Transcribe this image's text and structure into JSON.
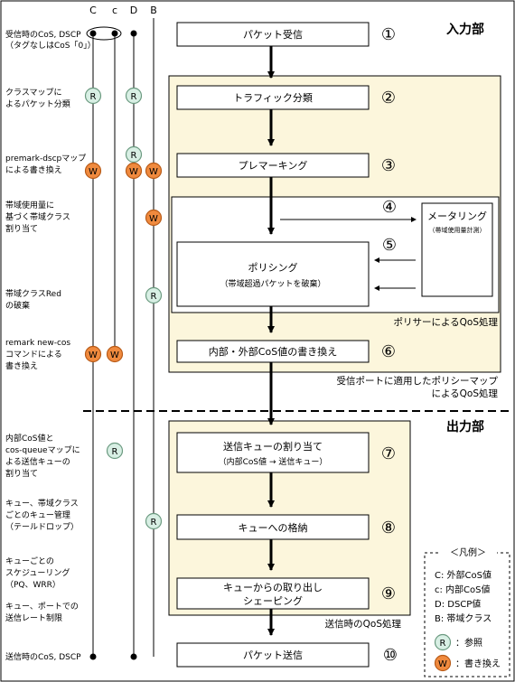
{
  "sections": {
    "input": "入力部",
    "output": "出力部"
  },
  "columns": [
    "C",
    "c",
    "D",
    "B"
  ],
  "steps": [
    {
      "num": "①",
      "label": "パケット受信"
    },
    {
      "num": "②",
      "label": "トラフィック分類"
    },
    {
      "num": "③",
      "label": "プレマーキング"
    },
    {
      "num": "④",
      "label": ""
    },
    {
      "num": "⑤",
      "label": ""
    },
    {
      "num": "",
      "label": "ポリシング",
      "sub": "（帯域超過パケットを破棄）"
    },
    {
      "num": "⑥",
      "label": "内部・外部CoS値の書き換え"
    },
    {
      "num": "⑦",
      "label": "送信キューの割り当て",
      "sub": "（内部CoS値 → 送信キュー）"
    },
    {
      "num": "⑧",
      "label": "キューへの格納"
    },
    {
      "num": "⑨",
      "label": "キューからの取り出し",
      "sub": "シェーピング"
    },
    {
      "num": "⑩",
      "label": "パケット送信"
    }
  ],
  "metering": {
    "label": "メータリング",
    "sub": "（帯域使用量計測）"
  },
  "region_labels": {
    "policer": "ポリサーによるQoS処理",
    "policy_map_1": "受信ポートに適用したポリシーマップ",
    "policy_map_2": "によるQoS処理",
    "transmit": "送信時のQoS処理"
  },
  "descriptions": [
    [
      "受信時のCoS, DSCP",
      "（タグなしはCoS「0」）"
    ],
    [
      "クラスマップに",
      "よるパケット分類"
    ],
    [
      "premark-dscpマップ",
      "による書き換え"
    ],
    [
      "帯域使用量に",
      "基づく帯域クラス",
      "割り当て"
    ],
    [
      "帯域クラスRed",
      "の破棄"
    ],
    [
      "remark new-cos",
      "コマンドによる",
      "書き換え"
    ],
    [
      "内部CoS値と",
      "cos-queueマップに",
      "よる送信キューの",
      "割り当て"
    ],
    [
      "キュー、帯域クラス",
      "ごとのキュー管理",
      "（テールドロップ）"
    ],
    [
      "キューごとの",
      "スケジューリング",
      "（PQ、WRR）"
    ],
    [
      "キュー、ポートでの",
      "送信レート制限"
    ],
    [
      "送信時のCoS, DSCP"
    ]
  ],
  "markers": {
    "read": "R",
    "write": "W"
  },
  "legend": {
    "title": "＜凡例＞",
    "items": [
      "C: 外部CoS値",
      "c: 内部CoS値",
      "D: DSCP値",
      "B: 帯域クラス"
    ],
    "read_label": "：参照",
    "write_label": "：書き換え"
  },
  "colors": {
    "region_fill": "#fcf6dc",
    "read_fill": "#d8efe4",
    "read_stroke": "#6b9a80",
    "write_fill": "#f08a3e",
    "write_stroke": "#b85b18"
  }
}
